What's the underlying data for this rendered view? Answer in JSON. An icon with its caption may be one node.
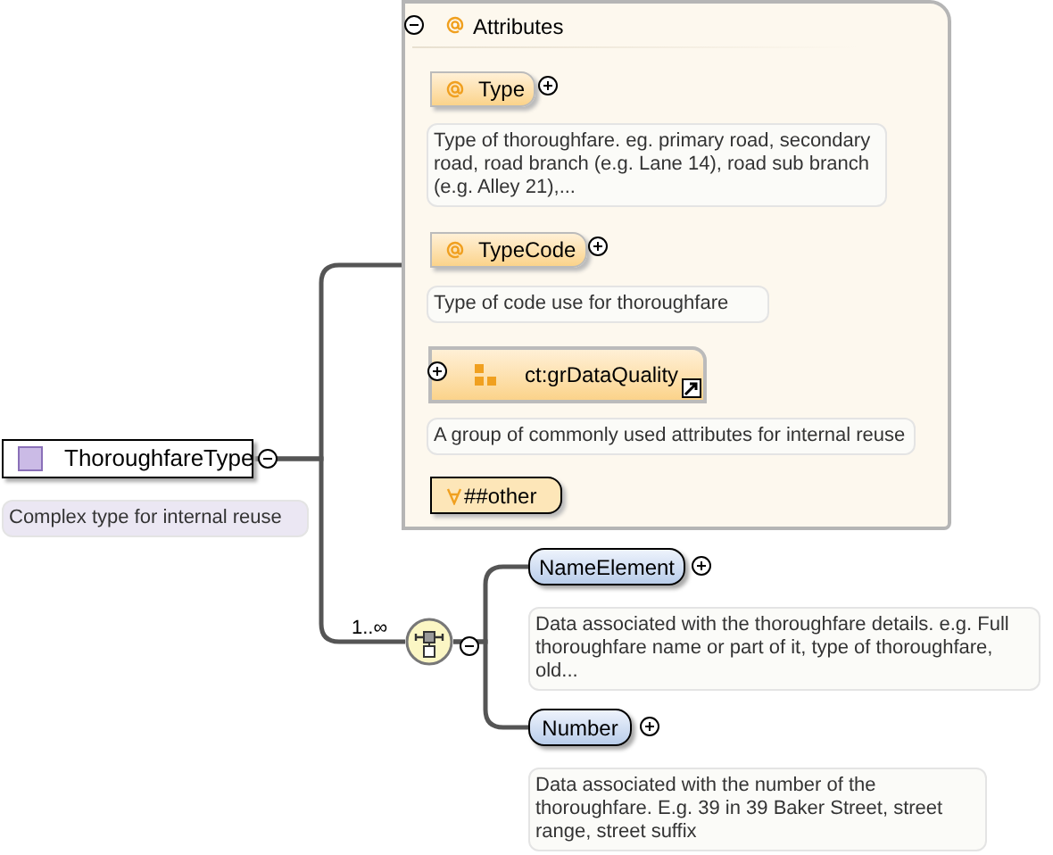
{
  "diagram": {
    "nodes": [
      {
        "text": [
          "ThoroughfareType"
        ],
        "beside": [
          "Complex type for internal reuse"
        ]
      },
      {
        "text": [
          "Attributes"
        ]
      },
      {
        "text": [
          "Type"
        ],
        "in": 1,
        "beside": [
          "Type of thoroughfare. eg. primary road, secondary road, road branch (e.g. Lane 14), road sub branch (e.g. Alley 21),..."
        ]
      },
      {
        "text": [
          "TypeCode"
        ],
        "in": 1,
        "beside": [
          "Type of code use for thoroughfare"
        ]
      },
      {
        "text": [
          "ct:grDataQuality"
        ],
        "in": 1,
        "beside": [
          "A group of commonly used attributes for internal reuse"
        ]
      },
      {
        "text": [
          "##other"
        ],
        "in": 1
      },
      {
        "text": [],
        "shape": "circle"
      },
      {
        "text": [
          "NameElement"
        ],
        "beside": [
          "Data associated with the thoroughfare details. e.g. Full thoroughfare name or part of it, type of thoroughfare, old..."
        ]
      },
      {
        "text": [
          "Number"
        ],
        "beside": [
          "Data associated with the number of the thoroughfare. E.g. 39 in 39 Baker Street, street range, street suffix"
        ]
      }
    ],
    "edges": [
      {
        "from": 0,
        "to": 1,
        "arrow": "none"
      },
      {
        "from": 0,
        "to": 6,
        "arrow": "none",
        "label": "1..∞"
      },
      {
        "from": 6,
        "to": 7,
        "arrow": "none"
      },
      {
        "from": 6,
        "to": 8,
        "arrow": "none"
      }
    ]
  }
}
